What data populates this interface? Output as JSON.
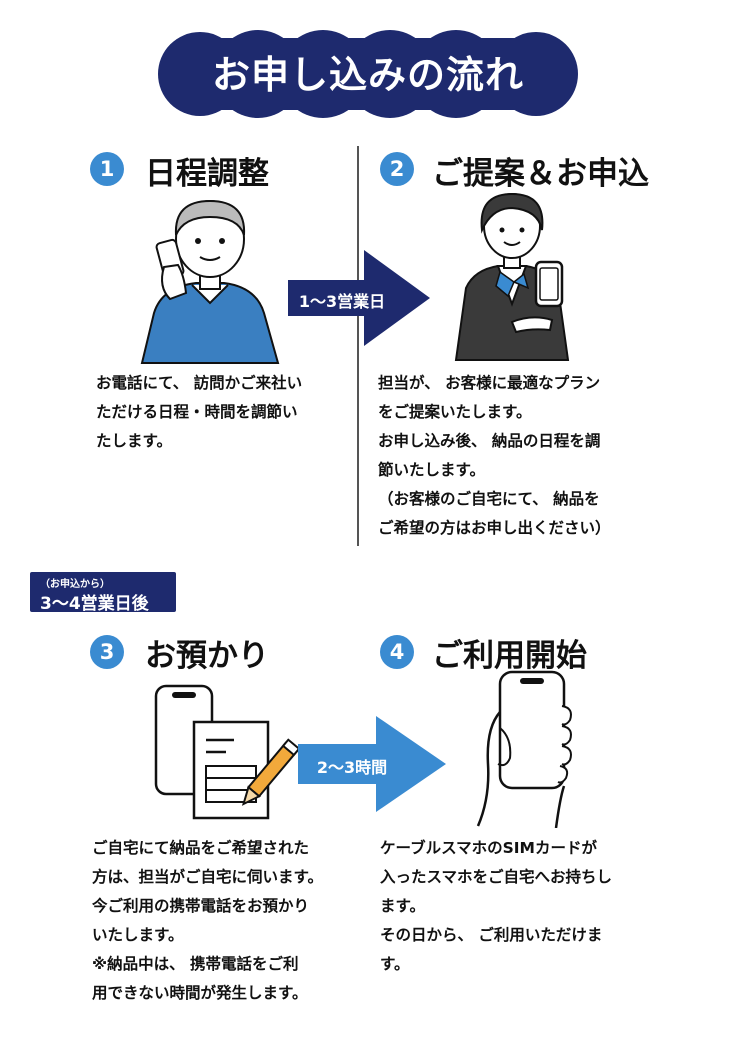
{
  "header": {
    "title": "お申し込みの流れ"
  },
  "steps": [
    {
      "number": "1",
      "title": "日程調整",
      "text": "お電話にて、 訪問かご来社い\nただける日程・時間を調節い\nたします。"
    },
    {
      "number": "2",
      "title": "ご提案＆お申込",
      "text": "担当が、 お客様に最適なプラン\nをご提案いたします。\nお申し込み後、 納品の日程を調\n節いたします。\n（お客様のご自宅にて、 納品を\nご希望の方はお申し出ください）"
    },
    {
      "number": "3",
      "title": "お預かり",
      "text": "ご自宅にて納品をご希望された\n方は、担当がご自宅に伺います。\n今ご利用の携帯電話をお預かり\nいたします。\n※納品中は、 携帯電話をご利\n用できない時間が発生します。"
    },
    {
      "number": "4",
      "title": "ご利用開始",
      "text": "ケーブルスマホのSIMカードが\n入ったスマホをご自宅へお持ちし\nます。\nその日から、 ご利用いただけま\nす。"
    }
  ],
  "arrows": [
    {
      "label": "1～3営業日"
    },
    {
      "label": "2～3時間"
    }
  ],
  "timing_note": {
    "small": "（お申込から）",
    "main": "3～4営業日後"
  },
  "colors": {
    "navy": "#1e2a6e",
    "badge_blue": "#3a8bd1",
    "sweater_blue": "#3a7fc1",
    "arrow_blue": "#3a8bd1"
  }
}
